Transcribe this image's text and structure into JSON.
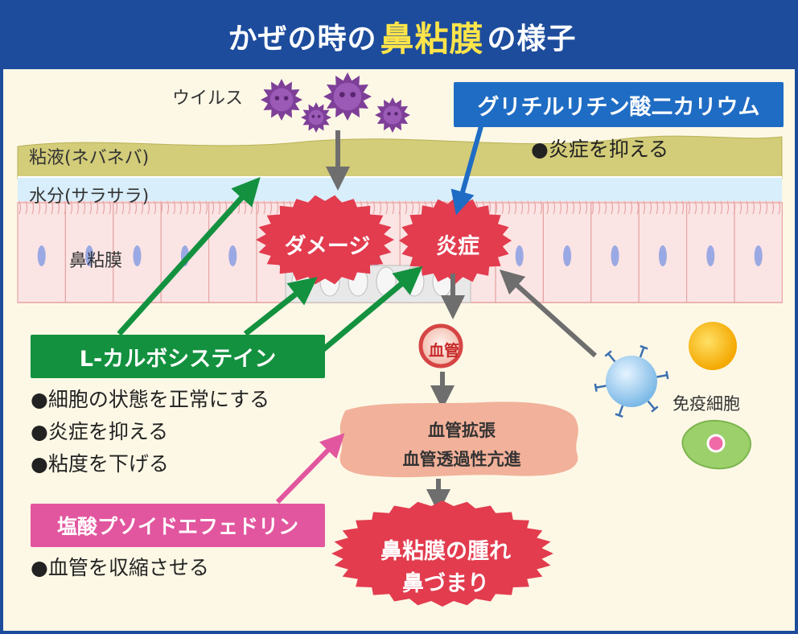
{
  "title": {
    "pre": "かぜの時の",
    "highlight": "鼻粘膜",
    "post": "の様子"
  },
  "layers": {
    "mucus": "粘液(ネバネバ)",
    "water": "水分(サラサラ)",
    "membrane": "鼻粘膜"
  },
  "virus_label": "ウイルス",
  "damage": "ダメージ",
  "inflammation": "炎症",
  "vessel": "血管",
  "vessel_effects": {
    "line1": "血管拡張",
    "line2": "血管透過性亢進"
  },
  "result": {
    "line1": "鼻粘膜の腫れ",
    "line2": "鼻づまり"
  },
  "immune_cells_label": "免疫細胞",
  "ingredients": [
    {
      "name": "グリチルリチン酸二カリウム",
      "effects": [
        "●炎症を抑える"
      ]
    },
    {
      "name": "L-カルボシステイン",
      "effects": [
        "●細胞の状態を正常にする",
        "●炎症を抑える",
        "●粘度を下げる"
      ]
    },
    {
      "name": "塩酸プソイドエフェドリン",
      "effects": [
        "●血管を収縮させる"
      ]
    }
  ],
  "colors": {
    "frame": "#1d4c9c",
    "title_highlight": "#ffe44a",
    "glycyrrhizin": "#1f6cc4",
    "carbocisteine": "#13913f",
    "pseudoephedrine": "#e2569f",
    "burst": "#e23c4e",
    "virus": "#7e3f98"
  },
  "icons": [
    "virus-icon",
    "immune-cell-icon"
  ]
}
